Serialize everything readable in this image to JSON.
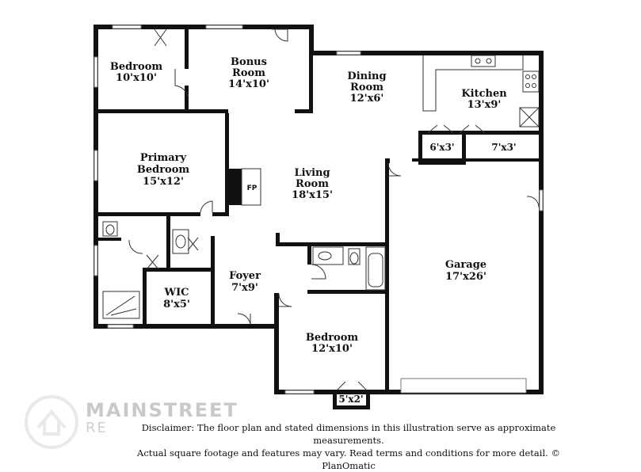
{
  "rooms": {
    "bedroom1": {
      "name": "Bedroom",
      "dim": "10'x10'"
    },
    "bonus": {
      "name1": "Bonus",
      "name2": "Room",
      "dim": "14'x10'"
    },
    "dining": {
      "name1": "Dining",
      "name2": "Room",
      "dim": "12'x6'"
    },
    "kitchen": {
      "name": "Kitchen",
      "dim": "13'x9'"
    },
    "primary": {
      "name1": "Primary",
      "name2": "Bedroom",
      "dim": "15'x12'"
    },
    "living": {
      "name1": "Living",
      "name2": "Room",
      "dim": "18'x15'"
    },
    "fireplace": {
      "label": "FP"
    },
    "closet_6x3": {
      "dim": "6'x3'"
    },
    "closet_7x3": {
      "dim": "7'x3'"
    },
    "garage": {
      "name": "Garage",
      "dim": "17'x26'"
    },
    "wic": {
      "name": "WIC",
      "dim": "8'x5'"
    },
    "foyer": {
      "name": "Foyer",
      "dim": "7'x9'"
    },
    "bedroom2": {
      "name": "Bedroom",
      "dim": "12'x10'"
    },
    "closet_5x2": {
      "dim": "5'x2'"
    }
  },
  "disclaimer": {
    "line1": "Disclaimer: The floor plan and stated dimensions in this illustration serve as approximate measurements.",
    "line2": "Actual square footage and features may vary. Read terms and conditions for more detail. © PlanOmatic"
  },
  "watermark": {
    "line1": "MAINSTREET",
    "line2": "RE"
  }
}
